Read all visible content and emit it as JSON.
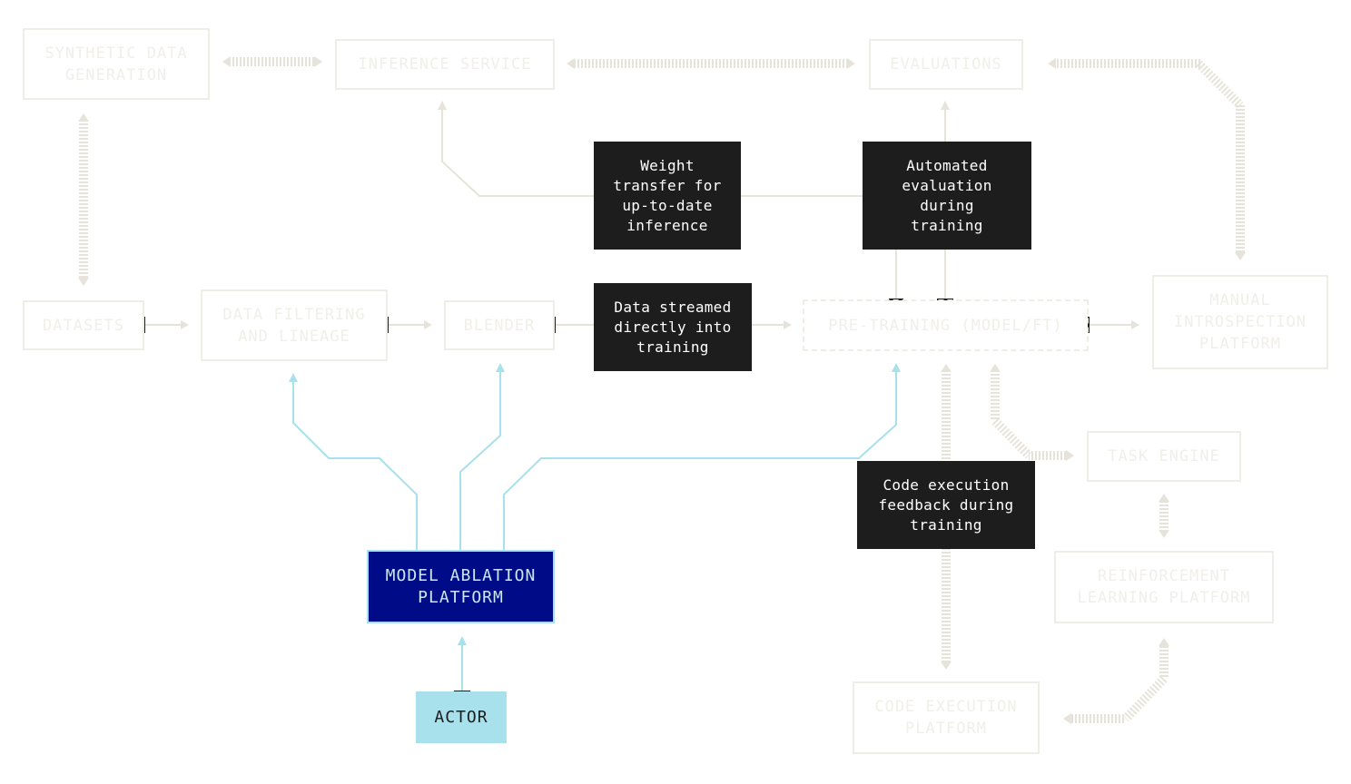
{
  "nodes": {
    "synthetic_data_generation": "SYNTHETIC DATA\nGENERATION",
    "inference_service": "INFERENCE SERVICE",
    "evaluations": "EVALUATIONS",
    "datasets": "DATASETS",
    "data_filtering": "DATA FILTERING\nAND LINEAGE",
    "blender": "BLENDER",
    "pre_training": "PRE-TRAINING (MODEL/FT)",
    "manual_introspection": "MANUAL\nINTROSPECTION\nPLATFORM",
    "task_engine": "TASK ENGINE",
    "rl_platform": "REINFORCEMENT\nLEARNING PLATFORM",
    "code_execution_platform": "CODE EXECUTION\nPLATFORM",
    "model_ablation_platform": "MODEL ABLATION\nPLATFORM",
    "actor": "ACTOR"
  },
  "notes": {
    "weight_transfer": "Weight\ntransfer for\nup-to-date\ninference",
    "automated_evaluation": "Automated\nevaluation\nduring\ntraining",
    "data_streamed": "Data streamed\ndirectly into\ntraining",
    "code_feedback": "Code execution\nfeedback during\ntraining"
  },
  "colors": {
    "faded": "#efeee6",
    "faded_connector": "#e6e4da",
    "highlight": "#a8e0ec",
    "note_bg": "#1d1d1d",
    "primary_bg": "#000c87"
  }
}
